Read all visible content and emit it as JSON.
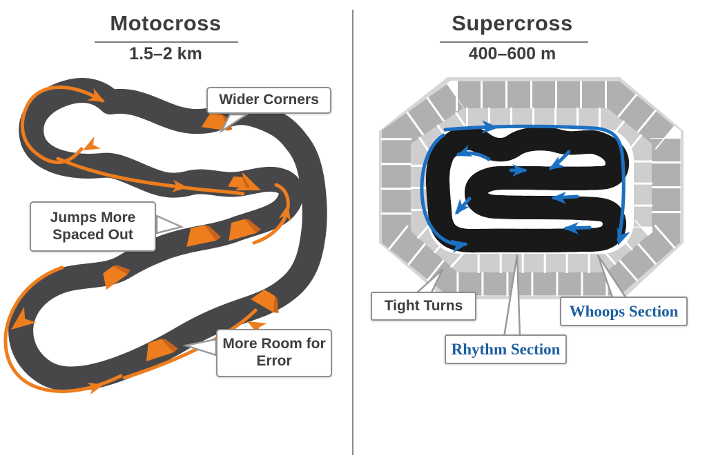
{
  "left_panel": {
    "title": "Motocross",
    "subtitle": "1.5–2 km",
    "callouts": {
      "wider_corners": "Wider Corners",
      "jumps_spaced": "Jumps More Spaced Out",
      "more_room": "More Room for Error"
    }
  },
  "right_panel": {
    "title": "Supercross",
    "subtitle": "400–600 m",
    "callouts": {
      "tight_turns": "Tight Turns",
      "rhythm_section": "Rhythm Section",
      "whoops_section": "Whoops Section"
    }
  },
  "colors": {
    "track_dark": "#47474a",
    "supercross_track": "#3c3c3f",
    "accent_orange": "#ee7d1e",
    "flow_blue": "#1c70c2",
    "label_blue": "#1d5fa0",
    "stand_gray": "#b3b3b3",
    "text_dark": "#3d3d3d"
  },
  "icons": {
    "motocross_jump": "orange-jump-ramp",
    "motocross_flow": "orange-direction-arrow",
    "supercross_flow": "blue-direction-arrow"
  }
}
